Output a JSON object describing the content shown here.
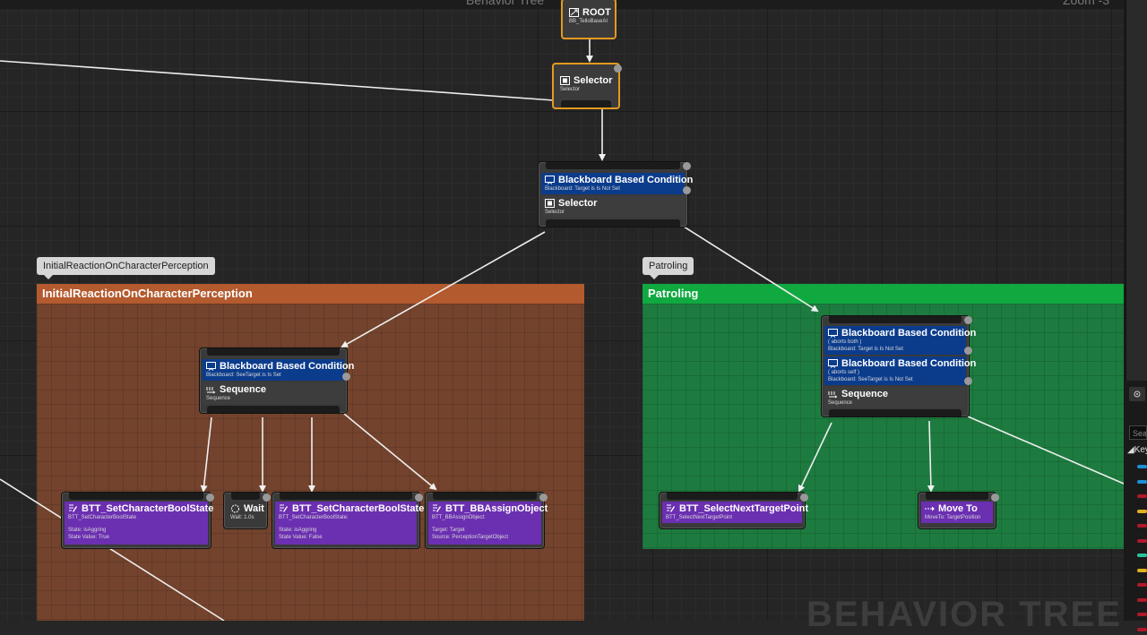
{
  "graph": {
    "title": "Behavior Tree",
    "zoom_label": "Zoom -3",
    "watermark": "BEHAVIOR TREE"
  },
  "colors": {
    "selection": "#e49a1e",
    "decorator": "#0b3c8c",
    "task": "#6b2fb1",
    "comment_orange": "#b35a2e",
    "comment_green": "#0fa93f"
  },
  "comments": {
    "initial_reaction": {
      "tab_label": "InitialReactionOnCharacterPerception",
      "header": "InitialReactionOnCharacterPerception"
    },
    "patroling": {
      "tab_label": "Patroling",
      "header": "Patroling"
    }
  },
  "nodes": {
    "root": {
      "title": "ROOT",
      "subtitle": "BB_TelloBaseAI"
    },
    "selector_top": {
      "title": "Selector",
      "subtitle": "Selector"
    },
    "main_selector": {
      "decorator_title": "Blackboard Based Condition",
      "decorator_sub": "Blackboard: Target is Is Not Set",
      "composite_title": "Selector",
      "composite_sub": "Selector"
    },
    "reaction_sequence": {
      "decorator_title": "Blackboard Based Condition",
      "decorator_sub": "Blackboard: SeeTarget is Is Set",
      "composite_title": "Sequence",
      "composite_sub": "Sequence"
    },
    "patrol_sequence": {
      "dec1_title": "Blackboard Based Condition",
      "dec1_sub1": "( aborts both )",
      "dec1_sub2": "Blackboard: Target is Is Not Set",
      "dec2_title": "Blackboard Based Condition",
      "dec2_sub1": "( aborts self )",
      "dec2_sub2": "Blackboard: SeeTarget is Is Not Set",
      "composite_title": "Sequence",
      "composite_sub": "Sequence"
    },
    "task_set_bool_1": {
      "title": "BTT_SetCharacterBoolState",
      "sub1": "BTT_SetCharacterBoolState",
      "sub2": "State: isAggring",
      "sub3": "State Value: True"
    },
    "task_wait": {
      "title": "Wait",
      "sub1": "Wait: 1.0s"
    },
    "task_set_bool_2": {
      "title": "BTT_SetCharacterBoolState",
      "sub1": "BTT_SetCharacterBoolState:",
      "sub2": "State: isAggring",
      "sub3": "State Value: False"
    },
    "task_bb_assign": {
      "title": "BTT_BBAssignObject",
      "sub1": "BTT_BBAssignObject:",
      "sub2": "Target: Target",
      "sub3": "Source: PerceptionTargetObject"
    },
    "task_select_next": {
      "title": "BTT_SelectNextTargetPoint",
      "sub1": "BTT_SelectNextTargetPoint"
    },
    "task_move_to": {
      "title": "Move To",
      "sub1": "MoveTo: TargetPosition"
    }
  },
  "side_panel": {
    "search_placeholder": "Search",
    "category": "Keys",
    "key_colors": [
      "#1e8fd6",
      "#1e8fd6",
      "#b0182a",
      "#e0b020",
      "#b0182a",
      "#b0182a",
      "#29c3a0",
      "#e0b020",
      "#b0182a",
      "#b0182a",
      "#b0182a",
      "#b0182a"
    ]
  }
}
